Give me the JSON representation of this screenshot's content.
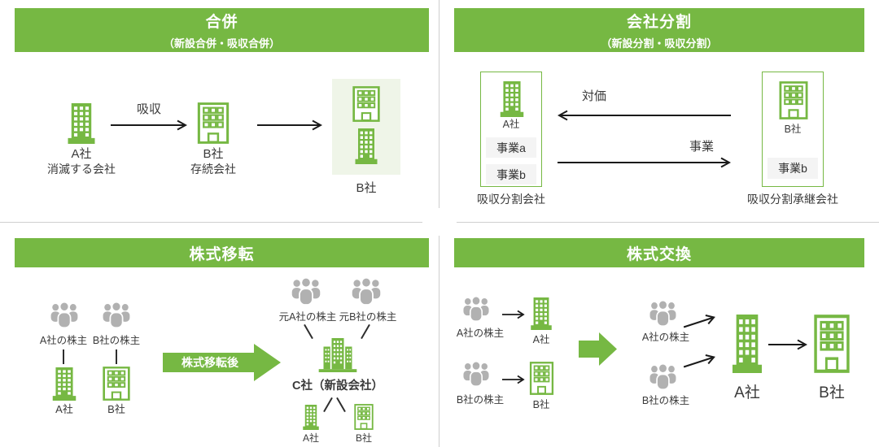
{
  "colors": {
    "accent_green": "#76b843",
    "light_green_panel": "#eff5e8",
    "chip_gray": "#f4f4f4",
    "people_gray": "#b1b1b1",
    "arrow_black": "#1a1a1a",
    "divider_gray": "#cfcfcf",
    "header_text": "#ffffff"
  },
  "merger": {
    "title": "合併",
    "subtitle": "（新設合併・吸収合併）",
    "a_name": "A社",
    "a_role": "消滅する会社",
    "arrow_label": "吸収",
    "b_name": "B社",
    "b_role": "存続会社",
    "result_name": "B社"
  },
  "split": {
    "title": "会社分割",
    "subtitle": "（新設分割・吸収分割）",
    "left": {
      "name": "A社",
      "chip1": "事業a",
      "chip2": "事業b",
      "caption": "吸収分割会社"
    },
    "price_label": "対価",
    "business_label": "事業",
    "right": {
      "name": "B社",
      "chip1": "事業b",
      "caption": "吸収分割承継会社"
    }
  },
  "transfer": {
    "title": "株式移転",
    "before": {
      "sh_a": "A社の株主",
      "sh_b": "B社の株主",
      "a": "A社",
      "b": "B社"
    },
    "arrow_label": "株式移転後",
    "after": {
      "sh_a": "元A社の株主",
      "sh_b": "元B社の株主",
      "c": "C社（新設会社）",
      "a": "A社",
      "b": "B社"
    }
  },
  "exchange": {
    "title": "株式交換",
    "before": {
      "sh_a": "A社の株主",
      "a": "A社",
      "sh_b": "B社の株主",
      "b": "B社"
    },
    "after": {
      "sh_a": "A社の株主",
      "sh_b": "B社の株主",
      "a": "A社",
      "b": "B社"
    }
  }
}
